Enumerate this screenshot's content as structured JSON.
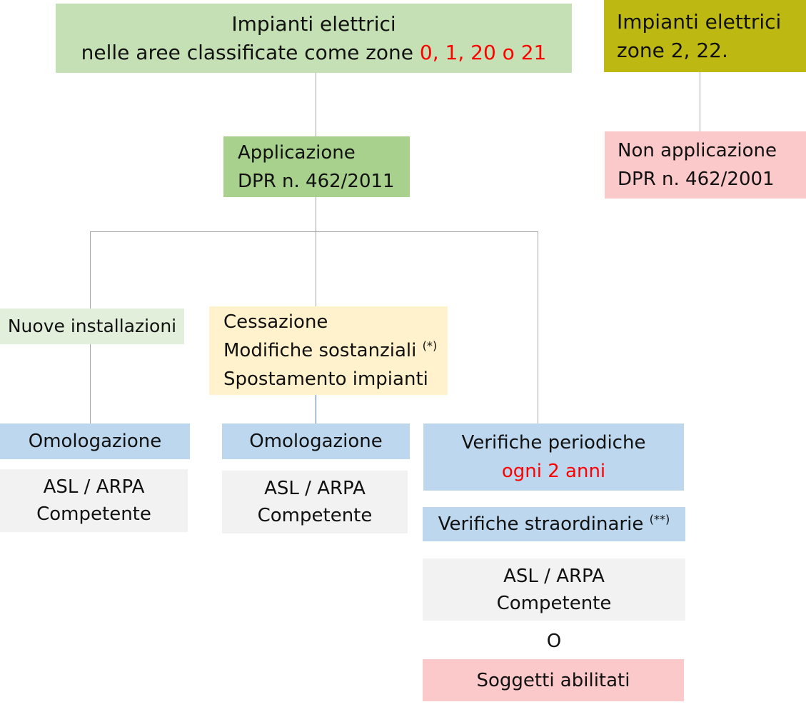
{
  "palette": {
    "green_light": "#c5e0b4",
    "green_mid": "#a9d18e",
    "green_pale": "#e2efda",
    "olive": "#bdb912",
    "pink": "#fbc9c9",
    "yellow": "#fff2cc",
    "blue": "#bdd7ee",
    "gray_box": "#f2f2f2",
    "red_text": "#ff0000",
    "line_gray": "#a6a6a6",
    "line_blue": "#4472c4"
  },
  "nodes": {
    "zone0121": {
      "line1": "Impianti elettrici",
      "line2_prefix": "nelle aree classificate come zone ",
      "line2_red": "0, 1, 20 o 21"
    },
    "zone222": {
      "line1": "Impianti elettrici",
      "line2": "zone 2, 22."
    },
    "applicazione": {
      "line1": "Applicazione",
      "line2": "DPR n. 462/2011"
    },
    "non_applicazione": {
      "line1": "Non applicazione",
      "line2": "DPR n. 462/2001"
    },
    "nuove_installazioni": {
      "label": "Nuove installazioni"
    },
    "cessazione": {
      "line1": "Cessazione",
      "line2": "Modifiche sostanziali ",
      "line2_sup": "(*)",
      "line3": "Spostamento impianti"
    },
    "omologazione_1": {
      "label": "Omologazione"
    },
    "omologazione_2": {
      "label": "Omologazione"
    },
    "verifiche_periodiche": {
      "line1": "Verifiche periodiche",
      "line2_red": "ogni 2 anni"
    },
    "asl_arpa_1": {
      "line1": "ASL / ARPA",
      "line2": "Competente"
    },
    "asl_arpa_2": {
      "line1": "ASL / ARPA",
      "line2": "Competente"
    },
    "verifiche_straordinarie": {
      "label": "Verifiche straordinarie ",
      "sup": "(**)"
    },
    "asl_arpa_3": {
      "line1": "ASL / ARPA",
      "line2": "Competente"
    },
    "or_connector": {
      "label": "O"
    },
    "soggetti_abilitati": {
      "label": "Soggetti abilitati"
    }
  }
}
